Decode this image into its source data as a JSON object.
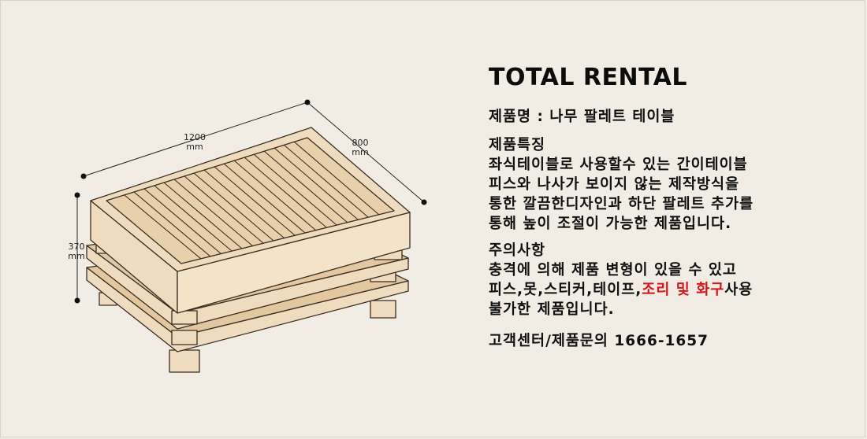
{
  "dimensions": {
    "width_value": "1200",
    "depth_value": "800",
    "height_value": "370",
    "unit": "mm"
  },
  "brand": "TOTAL RENTAL",
  "product_name": "제품명 : 나무 팔레트 테이블",
  "features": {
    "heading": "제품특징",
    "lines": [
      "좌식테이블로 사용할수 있는 간이테이블",
      "피스와 나사가 보이지 않는 제작방식을",
      "통한 깔끔한디자인과 하단 팔레트 추가를",
      "통해 높이 조절이 가능한 제품입니다."
    ]
  },
  "cautions": {
    "heading": "주의사항",
    "line1": "충격에 의해 제품 변형이 있을 수 있고",
    "line2_prefix": "피스,못,스티커,테이프,",
    "line2_highlight": "조리 및 화구",
    "line2_suffix": "사용",
    "line3": "불가한 제품입니다."
  },
  "contact": "고객센터/제품문의 1666-1657",
  "colors": {
    "background": "#f1ede4",
    "wood": "#efdcbf",
    "wood_dark": "#e2c7a1",
    "outline": "#3a2e22",
    "highlight_red": "#d8141b"
  }
}
